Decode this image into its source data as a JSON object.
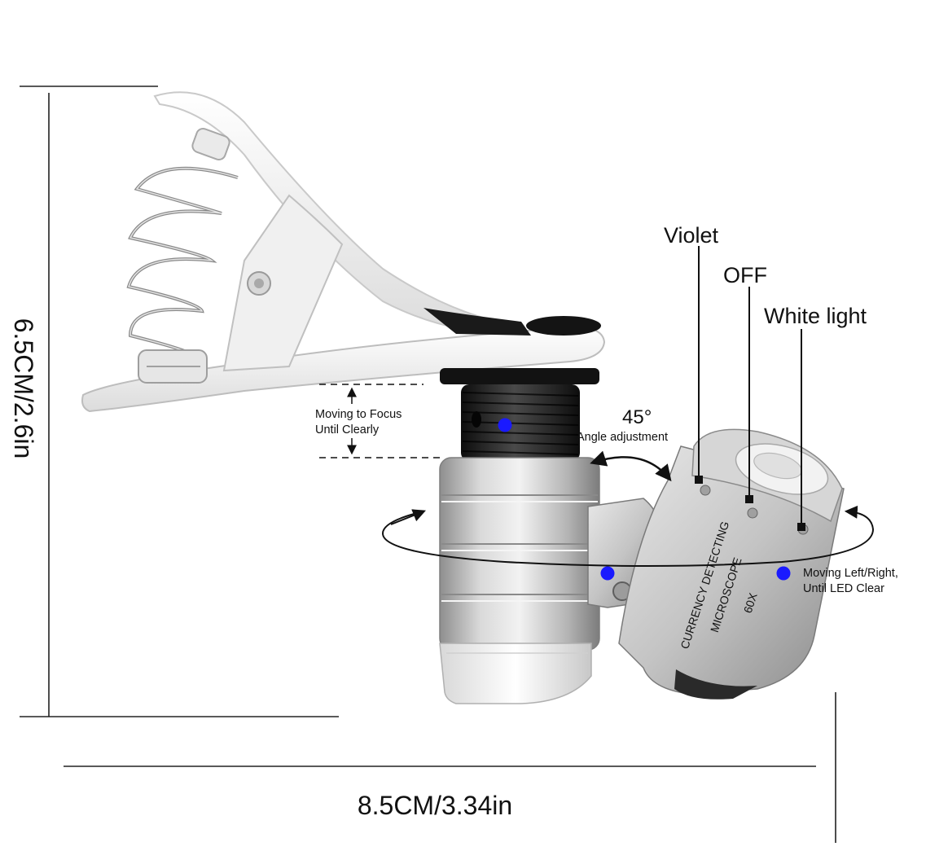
{
  "dimensions": {
    "height_label": "6.5CM/2.6in",
    "width_label": "8.5CM/3.34in"
  },
  "annotations": {
    "switch_violet": "Violet",
    "switch_off": "OFF",
    "switch_white": "White light",
    "angle_value": "45°",
    "angle_caption": "Angle adjustment",
    "focus_line1": "Moving to Focus",
    "focus_line2": "Until Clearly",
    "led_line1": "Moving Left/Right,",
    "led_line2": "Until LED Clear"
  },
  "device_print": {
    "line1": "CURRENCY DETECTING",
    "line2": "MICROSCOPE",
    "line3": "60X"
  },
  "colors": {
    "marker_dot": "#1a1aff",
    "clip_body": "#f4f4f4",
    "metal": "#bdbdbd",
    "dark_ring": "#1c1c1c"
  }
}
